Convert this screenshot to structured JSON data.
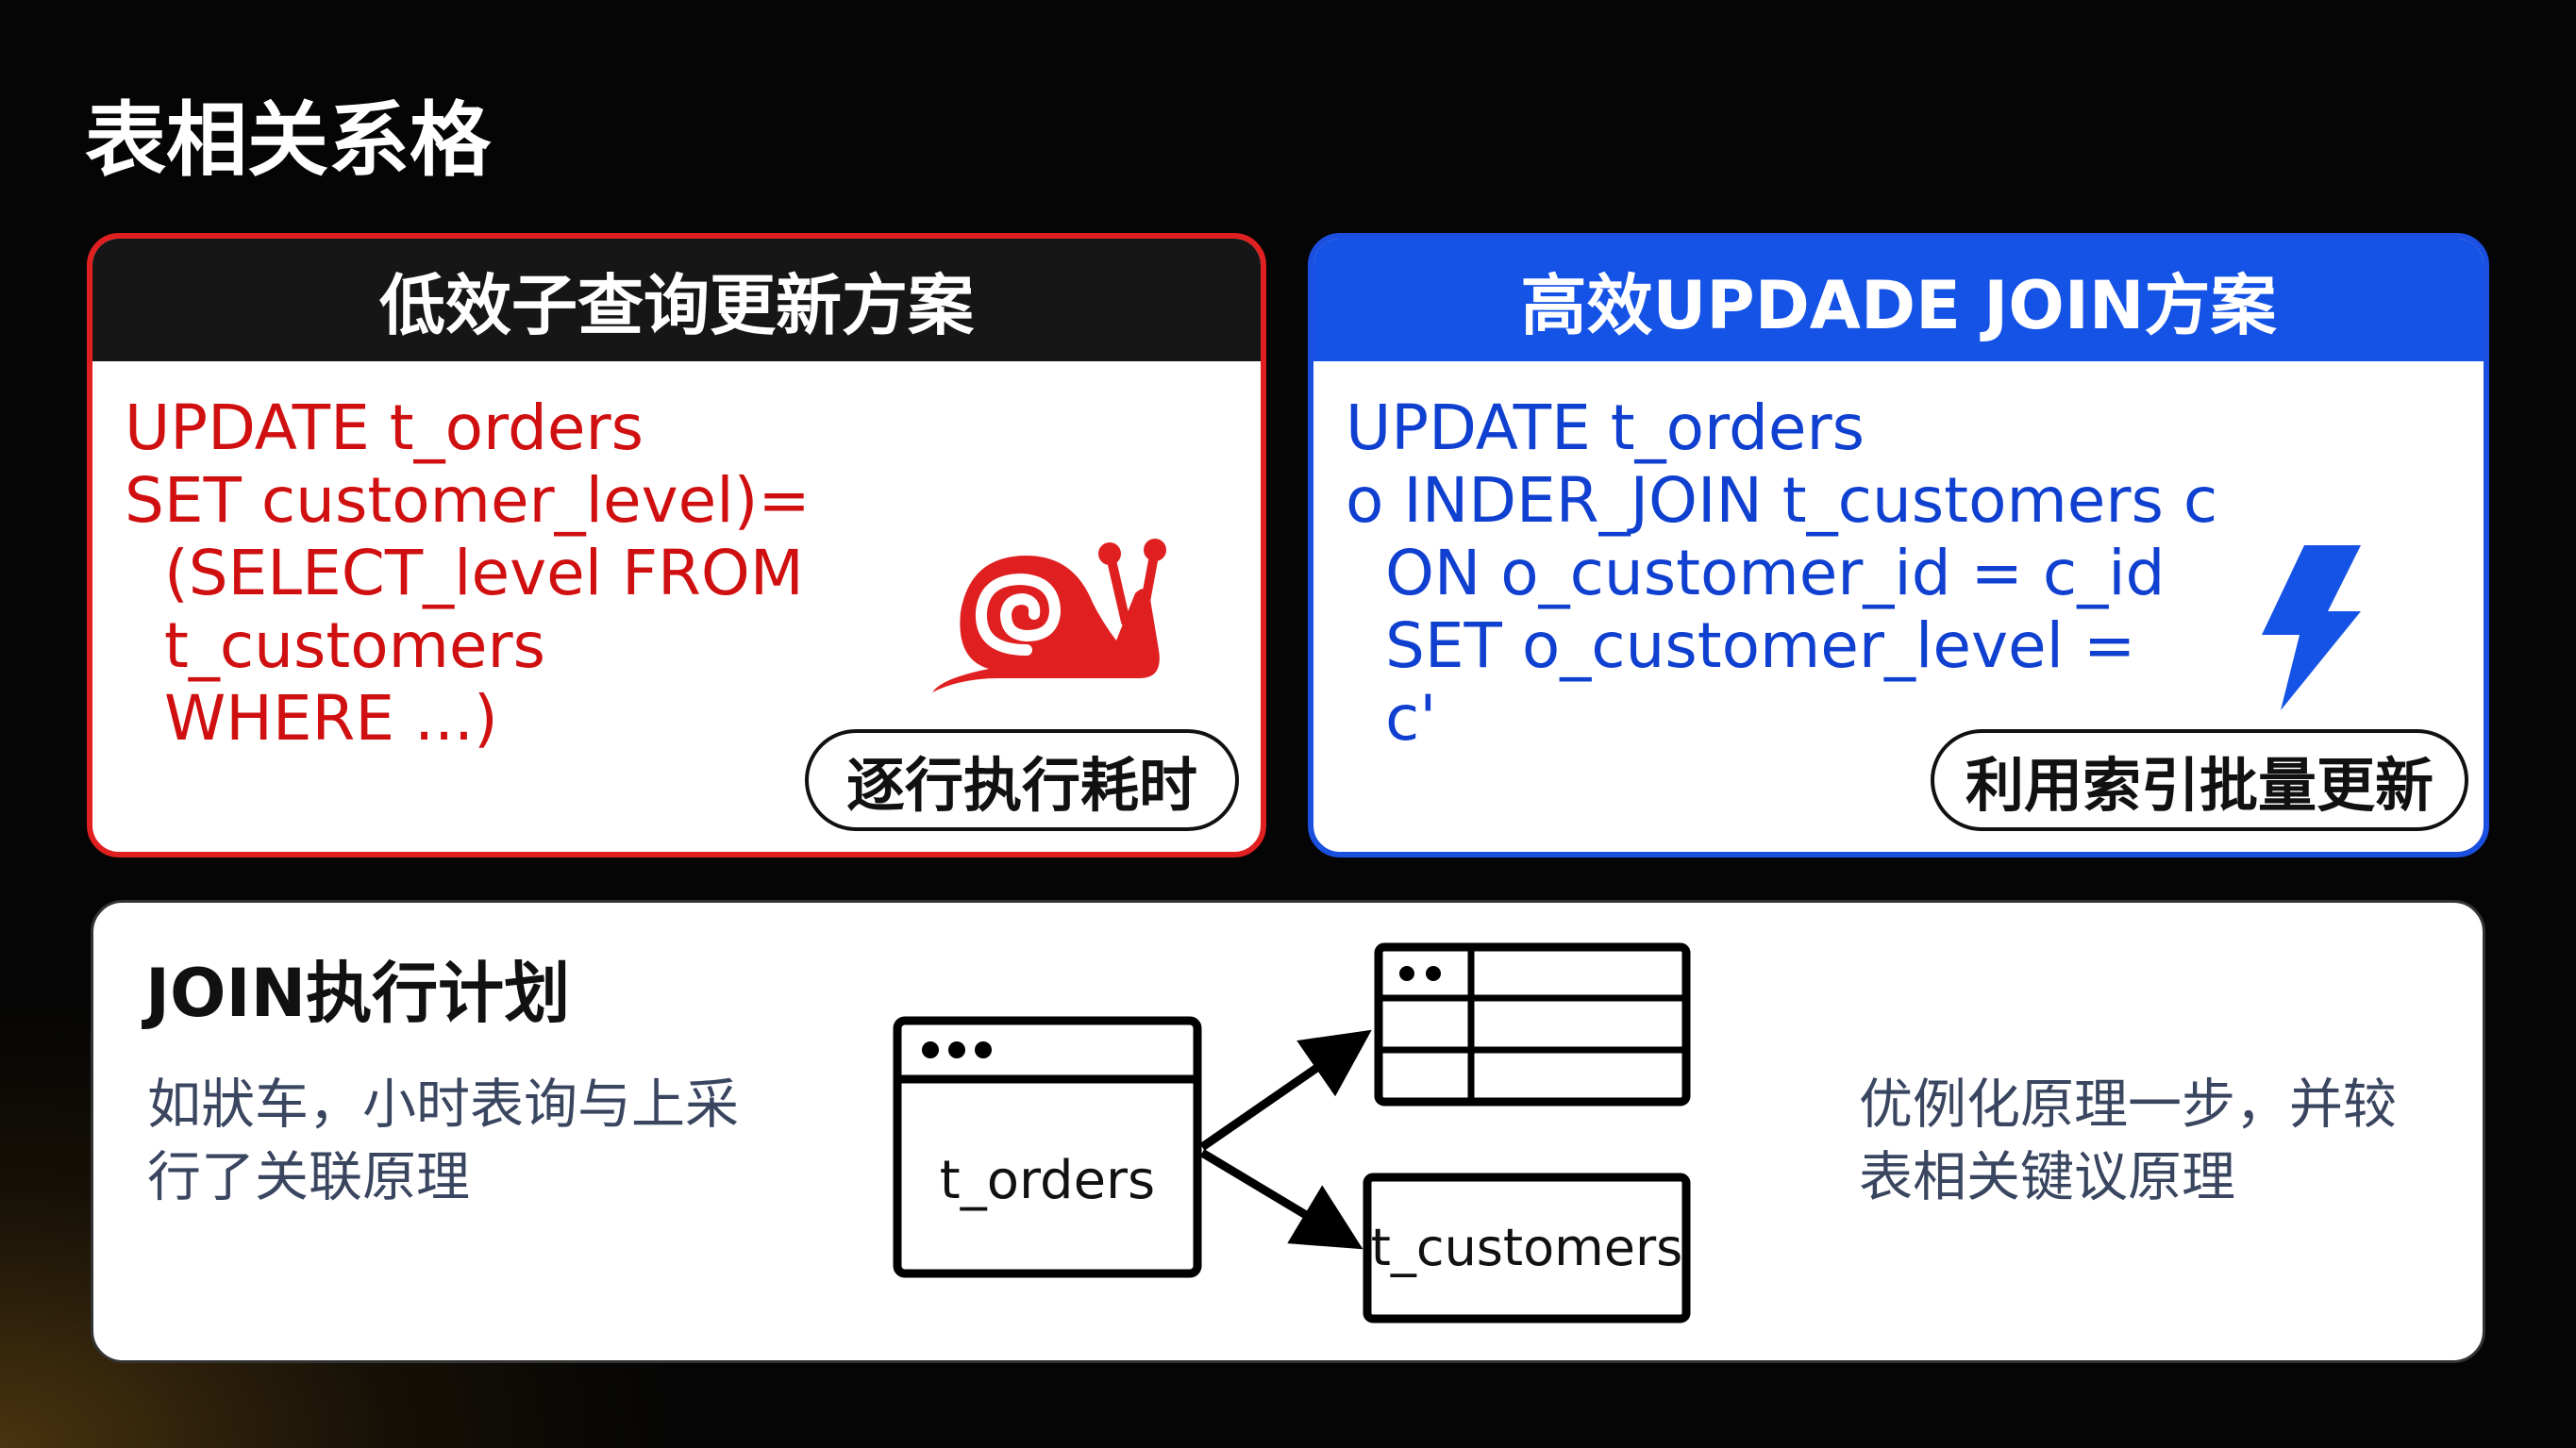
{
  "title": "表相关系格",
  "left_panel": {
    "header": "低效子查询更新方案",
    "code": [
      "UPDATE t_orders",
      "SET customer_level)=",
      "  (SELECT_level FROM",
      "  t_customers",
      "  WHERE ...)"
    ],
    "badge": "逐行执行耗时",
    "icon": "snail-icon",
    "accent": "#e02020"
  },
  "right_panel": {
    "header": "高效UPDADE JOIN方案",
    "code": [
      "UPDATE t_orders",
      "o INDER_JOIN t_customers c",
      "  ON o_customer_id = c_id",
      "  SET o_customer_level =",
      "  c'"
    ],
    "badge": "利用索引批量更新",
    "icon": "lightning-icon",
    "accent": "#1553e6"
  },
  "plan": {
    "title": "JOIN执行计划",
    "left_text": "如狀车，小时表询与上采行了关联原理",
    "right_text": "优例化原理一步，并较表相关键议原理",
    "orders_label": "t_orders",
    "customers_label": "t_customers"
  }
}
